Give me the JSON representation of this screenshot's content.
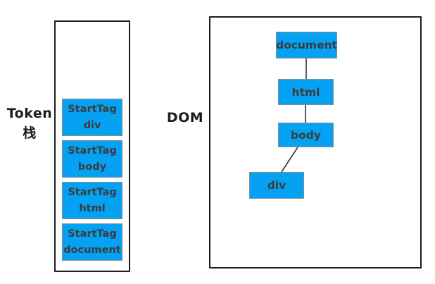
{
  "colors": {
    "background": "#ffffff",
    "node_fill": "#05a1f2",
    "node_border": "#8c8c8c",
    "node_text": "#3c3c3c",
    "container_border": "#1e1e1e",
    "label_text": "#1c1c1c",
    "edge_stroke": "#333333"
  },
  "token_stack": {
    "label_line1": "Token",
    "label_line2": "栈",
    "items": [
      {
        "line1": "StartTag",
        "line2": "div"
      },
      {
        "line1": "StartTag",
        "line2": "body"
      },
      {
        "line1": "StartTag",
        "line2": "html"
      },
      {
        "line1": "StartTag",
        "line2": "document"
      }
    ]
  },
  "dom_tree": {
    "label": "DOM",
    "nodes": {
      "root": "document",
      "child1": "html",
      "child2": "body",
      "child3": "div"
    }
  }
}
